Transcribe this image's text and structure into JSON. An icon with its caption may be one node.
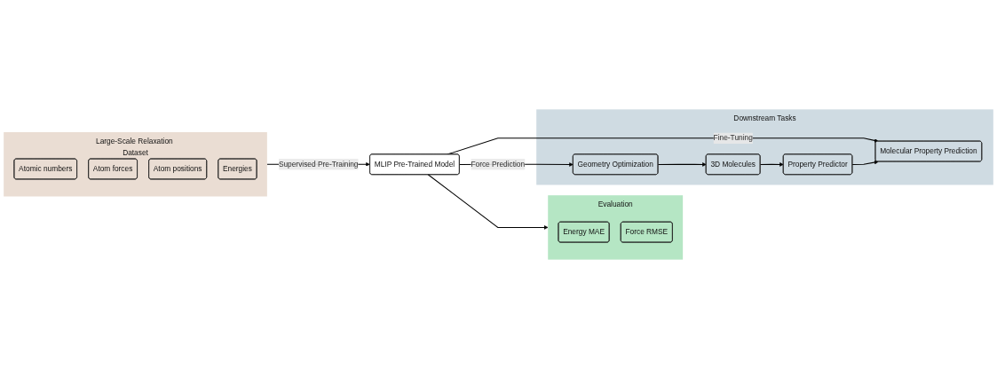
{
  "diagram": {
    "nodes": [
      {
        "text": [
          "Large-Scale Relaxation Dataset"
        ]
      },
      {
        "text": [
          "Atomic numbers"
        ],
        "in": 0
      },
      {
        "text": [
          "Atom forces"
        ],
        "in": 0
      },
      {
        "text": [
          "Atom positions"
        ],
        "in": 0
      },
      {
        "text": [
          "Energies"
        ],
        "in": 0
      },
      {
        "text": [
          "MLIP Pre-Trained Model"
        ]
      },
      {
        "text": [
          "Evaluation"
        ]
      },
      {
        "text": [
          "Energy MAE"
        ],
        "in": 6
      },
      {
        "text": [
          "Force RMSE"
        ],
        "in": 6
      },
      {
        "text": [
          "Downstream Tasks"
        ]
      },
      {
        "text": [
          "Geometry Optimization"
        ],
        "in": 9
      },
      {
        "text": [
          "3D Molecules"
        ],
        "in": 9
      },
      {
        "text": [
          "Property Predictor"
        ],
        "in": 9
      },
      {
        "text": [
          "Molecular Property Prediction"
        ],
        "in": 9
      }
    ],
    "edges": [
      {
        "from": 0,
        "to": 5,
        "arrow": "to",
        "label": "Supervised Pre-Training"
      },
      {
        "from": 5,
        "to": 6,
        "arrow": "to"
      },
      {
        "from": 5,
        "to": 10,
        "arrow": "to",
        "label": "Force Prediction"
      },
      {
        "from": 5,
        "to": 13,
        "arrow": "to",
        "label": "Fine-Tuning"
      },
      {
        "from": 10,
        "to": 11,
        "arrow": "to"
      },
      {
        "from": 11,
        "to": 12,
        "arrow": "to"
      },
      {
        "from": 12,
        "to": 13,
        "arrow": "to"
      }
    ]
  }
}
